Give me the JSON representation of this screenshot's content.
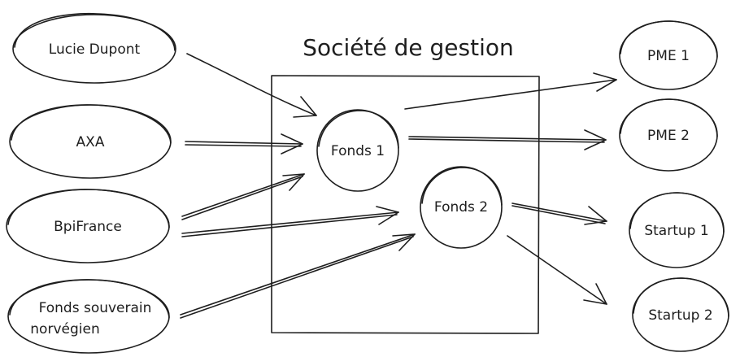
{
  "title": "Société de gestion",
  "investors": {
    "lucie": "Lucie Dupont",
    "axa": "AXA",
    "bpi": "BpiFrance",
    "norway_line1": "Fonds souverain",
    "norway_line2": "norvégien"
  },
  "funds": {
    "f1": "Fonds 1",
    "f2": "Fonds 2"
  },
  "targets": {
    "pme1": "PME 1",
    "pme2": "PME 2",
    "startup1": "Startup 1",
    "startup2": "Startup 2"
  },
  "colors": {
    "stroke": "#1e1e1e",
    "background": "#ffffff"
  }
}
